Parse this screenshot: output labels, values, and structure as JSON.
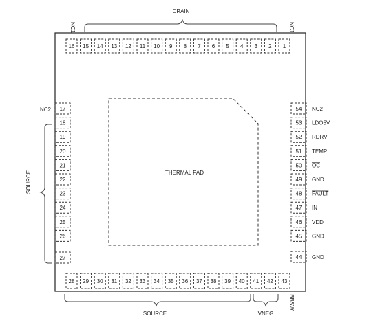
{
  "labels": {
    "drain": "DRAIN",
    "source_bottom": "SOURCE",
    "source_left": "SOURCE",
    "vneg": "VNEG",
    "thermal_pad": "THERMAL PAD",
    "nc1_left": "NC1",
    "nc1_right": "NC1",
    "nc2_left": "NC2",
    "nc2_right": "NC2",
    "bbsw": "BBSW"
  },
  "pins": {
    "top": [
      "16",
      "15",
      "14",
      "13",
      "12",
      "11",
      "10",
      "9",
      "8",
      "7",
      "6",
      "5",
      "4",
      "3",
      "2",
      "1"
    ],
    "left": [
      "17",
      "18",
      "19",
      "20",
      "21",
      "22",
      "23",
      "24",
      "25",
      "26",
      "27"
    ],
    "bottom": [
      "28",
      "29",
      "30",
      "31",
      "32",
      "33",
      "34",
      "35",
      "36",
      "37",
      "38",
      "39",
      "40",
      "41",
      "42",
      "43"
    ],
    "right": [
      "54",
      "53",
      "52",
      "51",
      "50",
      "49",
      "48",
      "47",
      "46",
      "45",
      "44"
    ]
  },
  "right_pin_labels": [
    {
      "text": "NC2",
      "overline": false
    },
    {
      "text": "LDO5V",
      "overline": false
    },
    {
      "text": "RDRV",
      "overline": false
    },
    {
      "text": "TEMP",
      "overline": false
    },
    {
      "text": "OC",
      "overline": true
    },
    {
      "text": "GND",
      "overline": false
    },
    {
      "text": "FAULT",
      "overline": true
    },
    {
      "text": "IN",
      "overline": false
    },
    {
      "text": "VDD",
      "overline": false
    },
    {
      "text": "GND",
      "overline": false
    },
    {
      "text": "GND",
      "overline": false
    }
  ]
}
